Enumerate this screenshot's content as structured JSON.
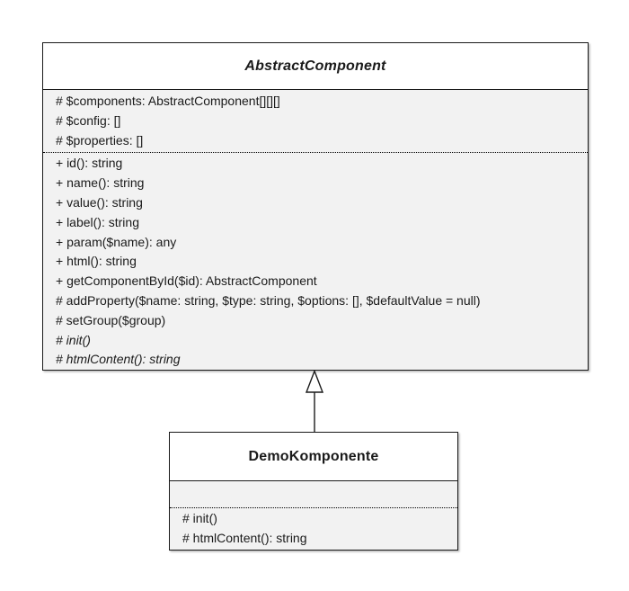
{
  "diagram": {
    "type": "uml-class-diagram",
    "classes": [
      {
        "name": "AbstractComponent",
        "abstract": true,
        "attributes": [
          "# $components: AbstractComponent[][][]",
          "# $config: []",
          "# $properties: []"
        ],
        "methods": [
          {
            "text": "+ id(): string",
            "italic": false
          },
          {
            "text": "+ name(): string",
            "italic": false
          },
          {
            "text": "+ value(): string",
            "italic": false
          },
          {
            "text": "+ label(): string",
            "italic": false
          },
          {
            "text": "+ param($name): any",
            "italic": false
          },
          {
            "text": "+ html(): string",
            "italic": false
          },
          {
            "text": "+ getComponentById($id): AbstractComponent",
            "italic": false
          },
          {
            "text": "# addProperty($name: string, $type: string, $options: [], $defaultValue = null)",
            "italic": false
          },
          {
            "text": "# setGroup($group)",
            "italic": false
          },
          {
            "text": "# init()",
            "italic": true
          },
          {
            "text": "# htmlContent(): string",
            "italic": true
          }
        ]
      },
      {
        "name": "DemoKomponente",
        "abstract": false,
        "attributes": [],
        "methods": [
          {
            "text": "# init()",
            "italic": false
          },
          {
            "text": "# htmlContent(): string",
            "italic": false
          }
        ]
      }
    ],
    "relationships": [
      {
        "type": "inheritance",
        "from": "DemoKomponente",
        "to": "AbstractComponent"
      }
    ],
    "colors": {
      "canvas_background": "#ffffff",
      "header_fill": "#ffffff",
      "body_fill": "#f2f2f2",
      "border": "#1a1a1a",
      "text": "#1a1a1a"
    }
  }
}
